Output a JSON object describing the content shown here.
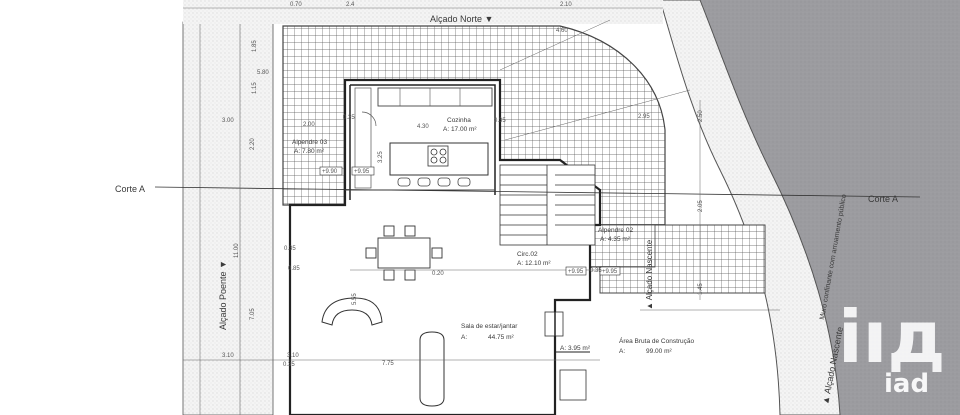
{
  "plan": {
    "elevations": {
      "north": "Alçado Norte ▼",
      "west": "Alçado Poente ▼",
      "east_a": "▲ Alçado Nascente",
      "east_b": "▲ Alçado Nascente"
    },
    "sections": {
      "left": "Corte A",
      "right": "Corte A"
    },
    "boundary_note": "Muro confinante com arruamento público",
    "rooms": {
      "kitchen": {
        "name": "Cozinha",
        "area": "A: 17.00 m²"
      },
      "alpendre_03": {
        "name": "Alpendre 03",
        "area": "A: 7.80 m²"
      },
      "alpendre_02": {
        "name": "Alpendre 02",
        "area": "A: 4.35 m²"
      },
      "circulation": {
        "name": "Circ.02",
        "area": "A: 12.10 m²"
      },
      "living": {
        "name": "Sala de estar/jantar",
        "area_prefix": "A:",
        "area_value": "44.75 m²"
      },
      "small_room": {
        "area": "A: 3.95 m²"
      },
      "gross_area": {
        "name": "Área Bruta de Construção",
        "area_prefix": "A:",
        "area_value": "99.00 m²"
      }
    },
    "levels": {
      "alpendre": "+9.90",
      "kitchen": "+9.95",
      "circulation": "+9.95",
      "stair": "+9.95"
    },
    "dimensions": {
      "kitchen_width": "4.30",
      "kitchen_depth": "3.25",
      "porch_width": "2.00",
      "porch_height": "2.20",
      "wall_a": "0.35",
      "wall_b": "0.35",
      "wall_c": "0.20",
      "left_margin": "3.00",
      "left_total": "11.00",
      "left_low": "7.05",
      "left_mid": "3.10",
      "left_base": "3.10",
      "top_a": "5.80",
      "top_b": "1.15",
      "top_c": "1.85",
      "sub_a": "0.85",
      "sub_b": "0.35",
      "bottom_total": "7.75",
      "bottom_left": "0.35",
      "mid_height": "5.55",
      "right_dim_a": "2.50",
      "right_dim_b": "2.05",
      "right_dim_c": "1.45",
      "diag": "4.60",
      "diag_b": "2.95",
      "top_strip_a": "2.10",
      "top_strip_b": "0.70",
      "top_strip_c": "2.4",
      "east_small": "0.35"
    },
    "watermark": {
      "mark": "iıд",
      "text": "iad"
    }
  }
}
